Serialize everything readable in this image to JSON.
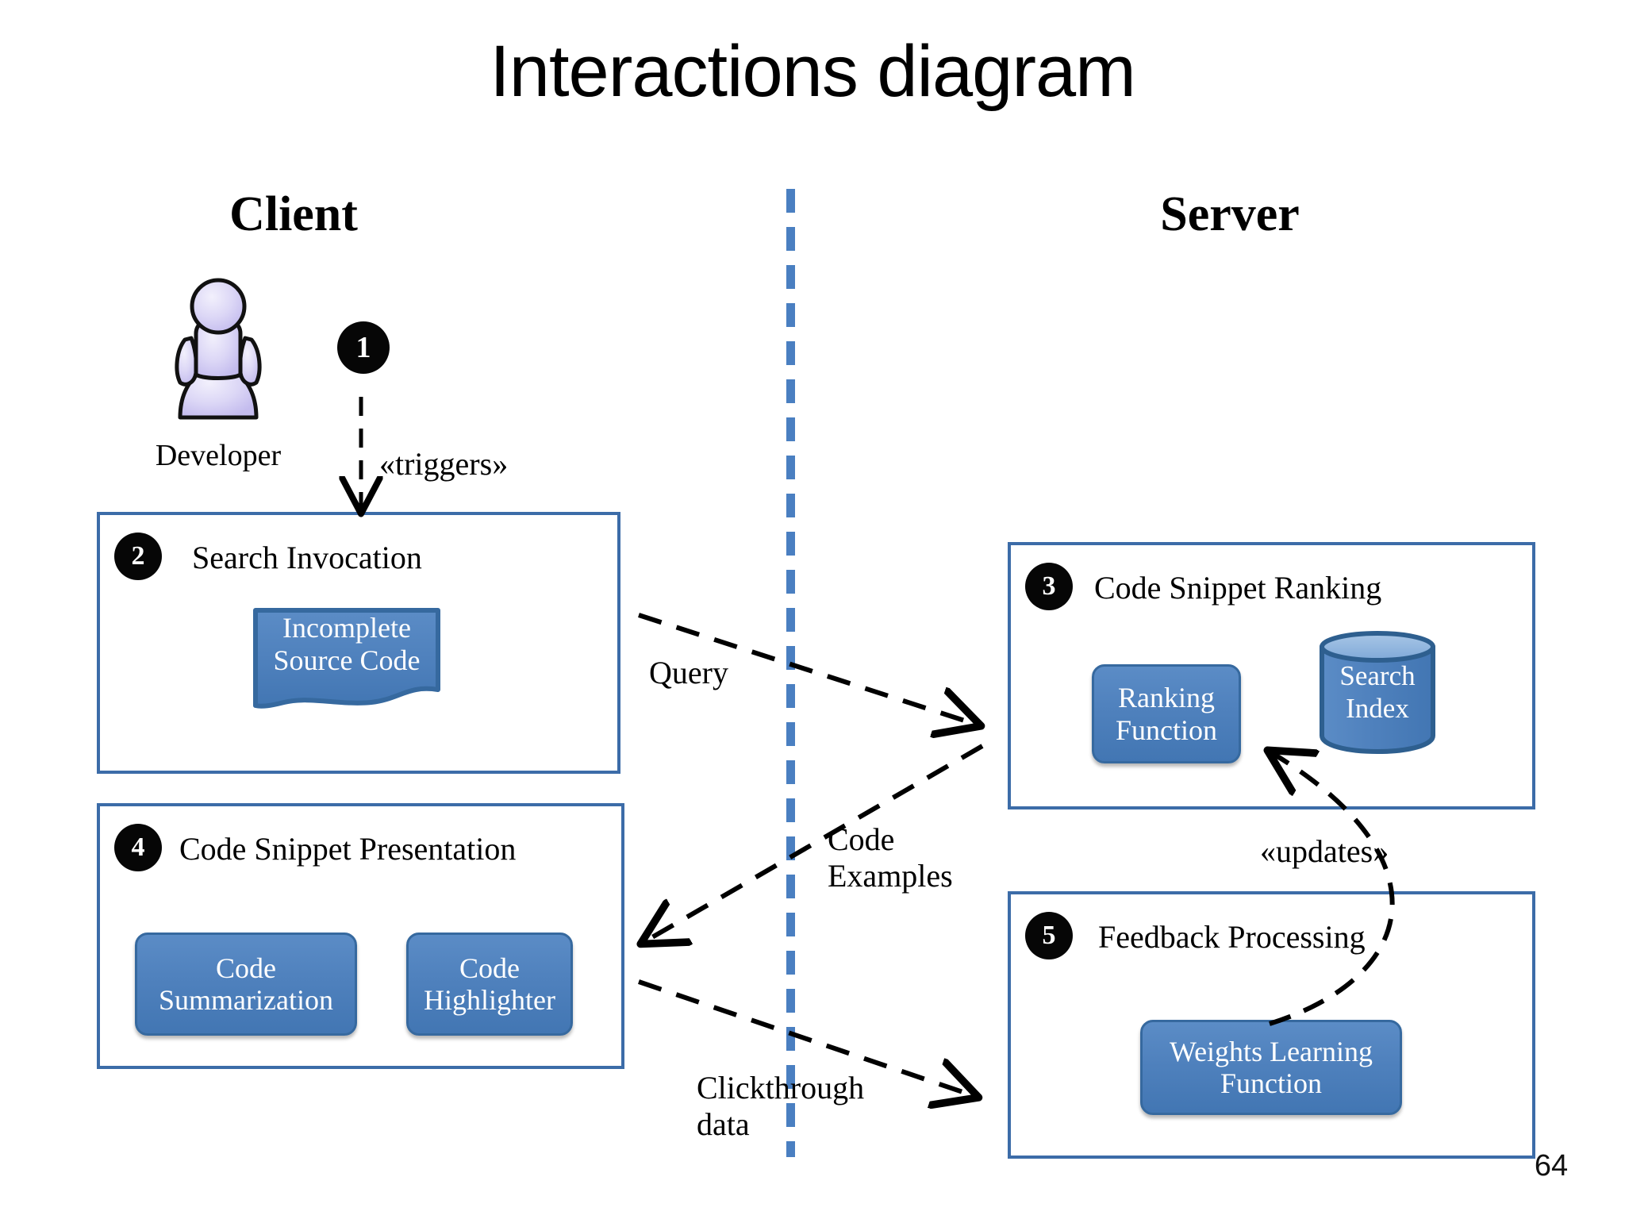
{
  "slide": {
    "title": "Interactions diagram",
    "page_number": "64"
  },
  "columns": {
    "client_heading": "Client",
    "server_heading": "Server"
  },
  "actor": {
    "label": "Developer",
    "icon": "person-actor-icon",
    "color": "#cfc9ef"
  },
  "colors": {
    "node_fill": "#4f81bd",
    "node_border": "#36699f",
    "box_border": "#3c6ca8",
    "divider": "#4a7fc1",
    "badge_fill": "#060606",
    "cylinder_top": "#7fa9d8",
    "connector": "#000000"
  },
  "boxes": [
    {
      "id": "search-invocation",
      "number": "2",
      "title": "Search Invocation",
      "side": "client",
      "nodes": [
        {
          "id": "incomplete-source-code",
          "label": "Incomplete\nSource Code",
          "line1": "Incomplete",
          "line2": "Source Code",
          "shape": "document-wave"
        }
      ]
    },
    {
      "id": "code-snippet-presentation",
      "number": "4",
      "title": "Code Snippet Presentation",
      "side": "client",
      "nodes": [
        {
          "id": "code-summarization",
          "line1": "Code",
          "line2": "Summarization",
          "shape": "rounded-rect"
        },
        {
          "id": "code-highlighter",
          "line1": "Code",
          "line2": "Highlighter",
          "shape": "rounded-rect"
        }
      ]
    },
    {
      "id": "code-snippet-ranking",
      "number": "3",
      "title": "Code Snippet Ranking",
      "side": "server",
      "nodes": [
        {
          "id": "ranking-function",
          "line1": "Ranking",
          "line2": "Function",
          "shape": "rounded-rect"
        },
        {
          "id": "search-index",
          "line1": "Search",
          "line2": "Index",
          "shape": "cylinder"
        }
      ]
    },
    {
      "id": "feedback-processing",
      "number": "5",
      "title": "Feedback Processing",
      "side": "server",
      "nodes": [
        {
          "id": "weights-learning-function",
          "line1": "Weights Learning",
          "line2": "Function",
          "shape": "rounded-rect"
        }
      ]
    }
  ],
  "badges": {
    "step1": "1",
    "step2": "2",
    "step3": "3",
    "step4": "4",
    "step5": "5"
  },
  "connectors": [
    {
      "id": "triggers",
      "label": "«triggers»",
      "from": "developer",
      "to": "search-invocation",
      "style": "dashed-arrow"
    },
    {
      "id": "query",
      "label": "Query",
      "from": "search-invocation",
      "to": "code-snippet-ranking",
      "style": "dashed-arrow"
    },
    {
      "id": "code-examples",
      "label_line1": "Code",
      "label_line2": "Examples",
      "from": "code-snippet-ranking",
      "to": "code-snippet-presentation",
      "style": "dashed-arrow"
    },
    {
      "id": "clickthrough",
      "label_line1": "Clickthrough",
      "label_line2": "data",
      "from": "code-snippet-presentation",
      "to": "feedback-processing",
      "style": "dashed-arrow"
    },
    {
      "id": "updates",
      "label": "«updates»",
      "from": "weights-learning-function",
      "to": "ranking-function",
      "style": "dashed-curved-arrow"
    }
  ]
}
